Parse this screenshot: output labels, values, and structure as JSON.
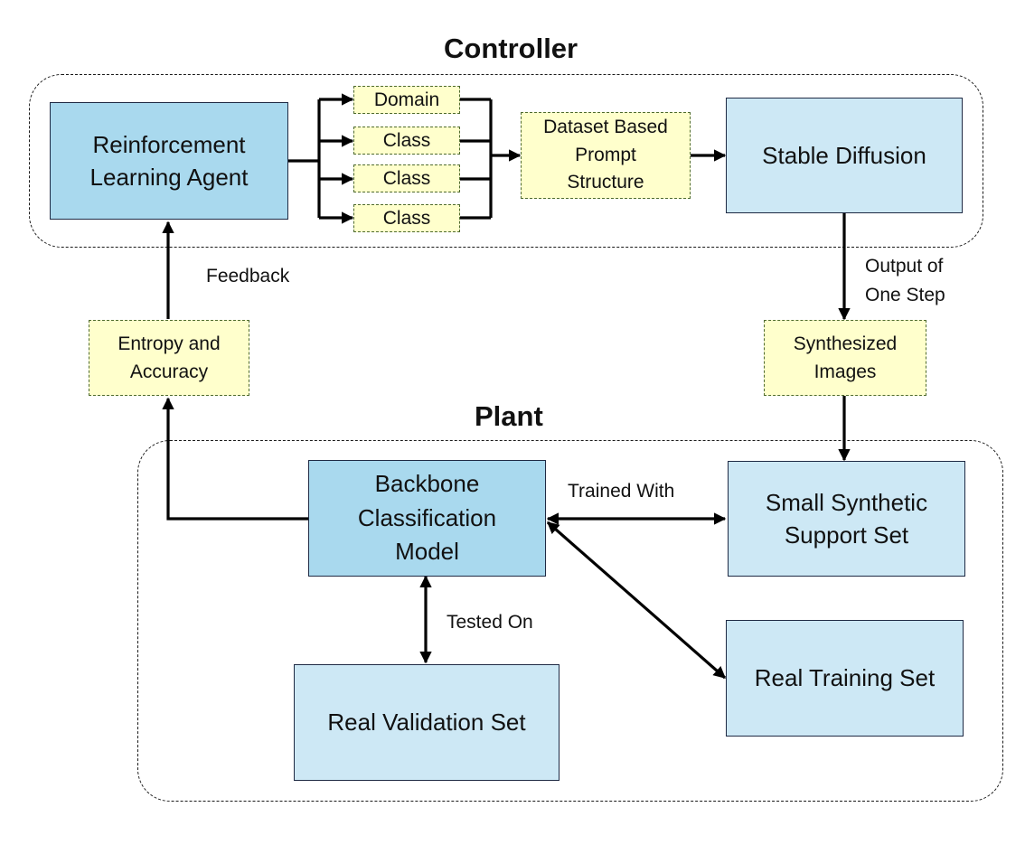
{
  "controller": {
    "title": "Controller",
    "rl_agent": "Reinforcement\nLearning Agent",
    "prompt_parts": [
      "Domain",
      "Class",
      "Class",
      "Class"
    ],
    "prompt_structure": "Dataset Based\nPrompt\nStructure",
    "stable_diffusion": "Stable Diffusion"
  },
  "plant": {
    "title": "Plant",
    "backbone": "Backbone\nClassification\nModel",
    "synthetic_support": "Small Synthetic\nSupport Set",
    "real_training": "Real Training Set",
    "real_validation": "Real Validation Set"
  },
  "intermediate": {
    "entropy_accuracy": "Entropy and\nAccuracy",
    "synthesized_images": "Synthesized\nImages"
  },
  "edge_labels": {
    "feedback": "Feedback",
    "output_one_step": "Output of\nOne Step",
    "trained_with": "Trained With",
    "tested_on": "Tested On"
  },
  "colors": {
    "main_box": "#a9d9ee",
    "light_box": "#cde8f5",
    "tag_fill": "#ffffcc",
    "tag_border": "#4f6b2e",
    "line": "#000000"
  }
}
